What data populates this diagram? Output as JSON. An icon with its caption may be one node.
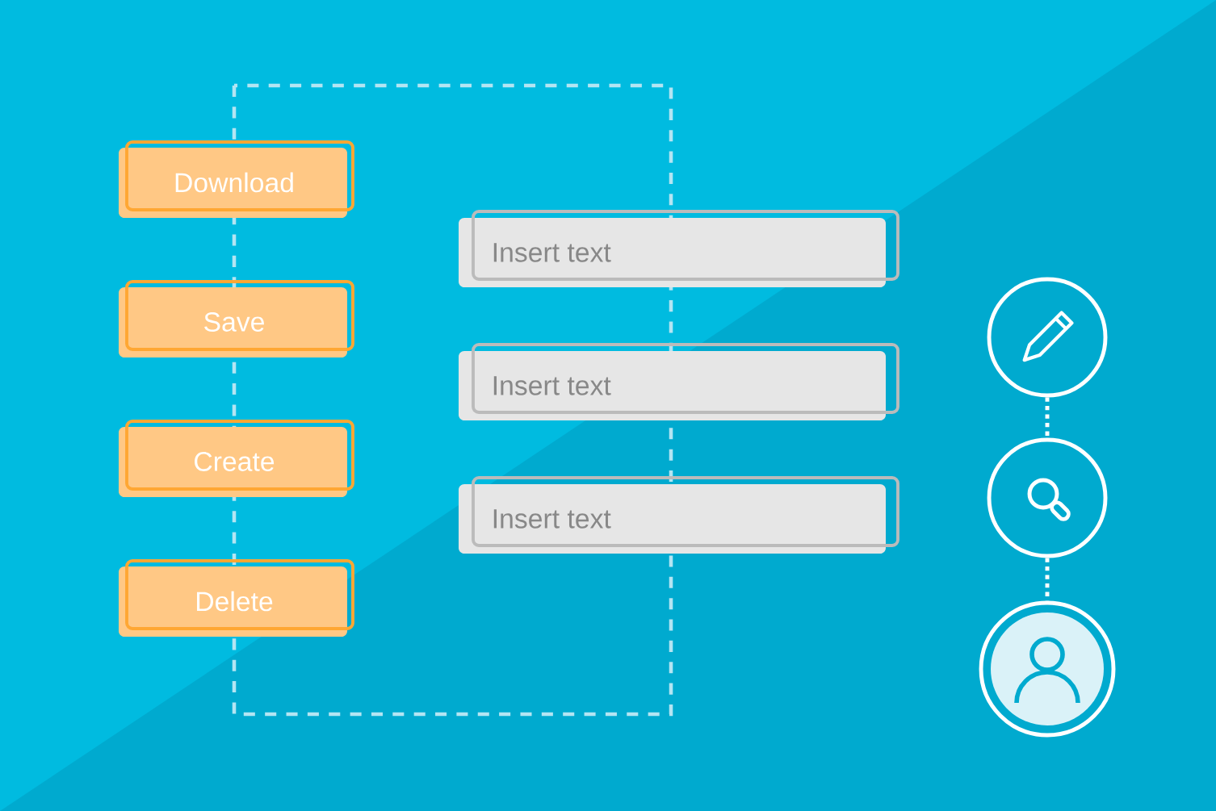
{
  "diagram": {
    "nodes": [
      {
        "text": [
          "Download"
        ]
      },
      {
        "text": [
          "Save"
        ]
      },
      {
        "text": [
          "Create"
        ]
      },
      {
        "text": [
          "Delete"
        ]
      },
      {
        "text": [
          "Insert text"
        ]
      },
      {
        "text": [
          "Insert text"
        ]
      },
      {
        "text": [
          "Insert text"
        ]
      },
      {
        "text": [],
        "shape": "circle"
      },
      {
        "text": [],
        "shape": "circle"
      },
      {
        "text": [],
        "shape": "circle"
      }
    ],
    "edges": [
      {
        "from": 7,
        "to": 8,
        "arrow": "none"
      },
      {
        "from": 8,
        "to": 9,
        "arrow": "none"
      }
    ]
  }
}
